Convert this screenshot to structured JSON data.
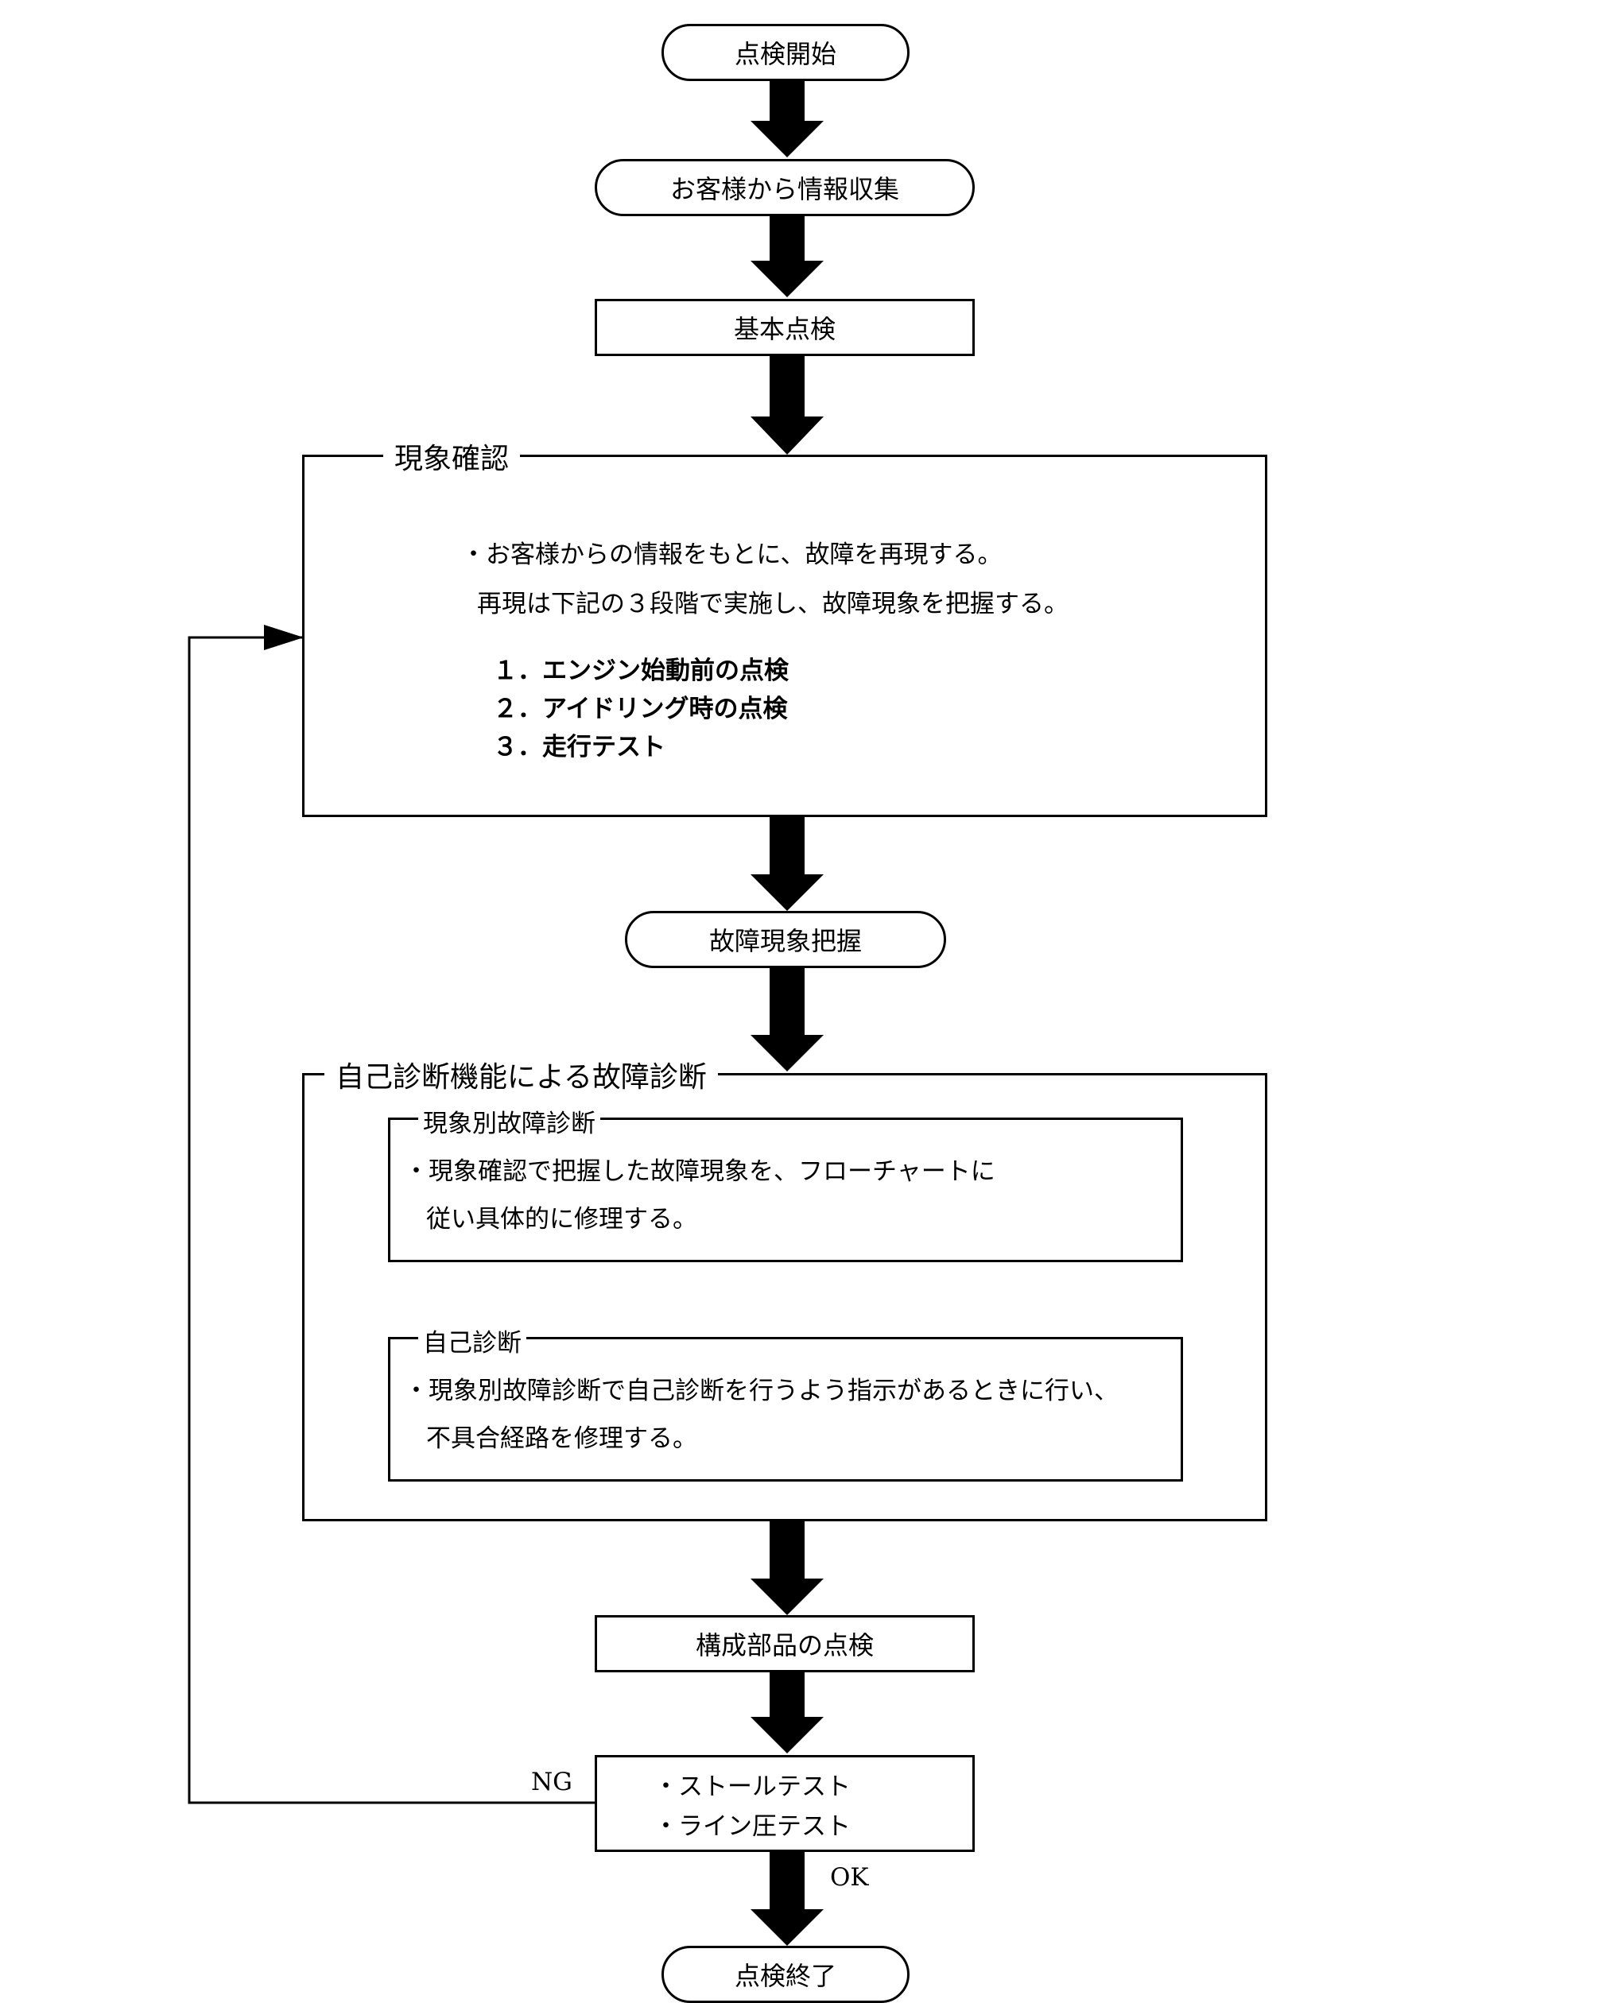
{
  "nodes": {
    "start": "点検開始",
    "info": "お客様から情報収集",
    "basic": "基本点検",
    "grasp": "故障現象把握",
    "components": "構成部品の点検",
    "end": "点検終了"
  },
  "confirm": {
    "title": "現象確認",
    "line1": "・お客様からの情報をもとに、故障を再現する。",
    "line2": "再現は下記の３段階で実施し、故障現象を把握する。",
    "steps": [
      "１．エンジン始動前の点検",
      "２．アイドリング時の点検",
      "３．走行テスト"
    ]
  },
  "selfdiag": {
    "title": "自己診断機能による故障診断",
    "sub1": {
      "title": "現象別故障診断",
      "line1": "・現象確認で把握した故障現象を、フローチャートに",
      "line2": "従い具体的に修理する。"
    },
    "sub2": {
      "title": "自己診断",
      "line1": "・現象別故障診断で自己診断を行うよう指示があるときに行い、",
      "line2": "不具合経路を修理する。"
    }
  },
  "tests": {
    "items": [
      "・ストールテスト",
      "・ライン圧テスト"
    ],
    "ng_label": "NG",
    "ok_label": "OK"
  }
}
